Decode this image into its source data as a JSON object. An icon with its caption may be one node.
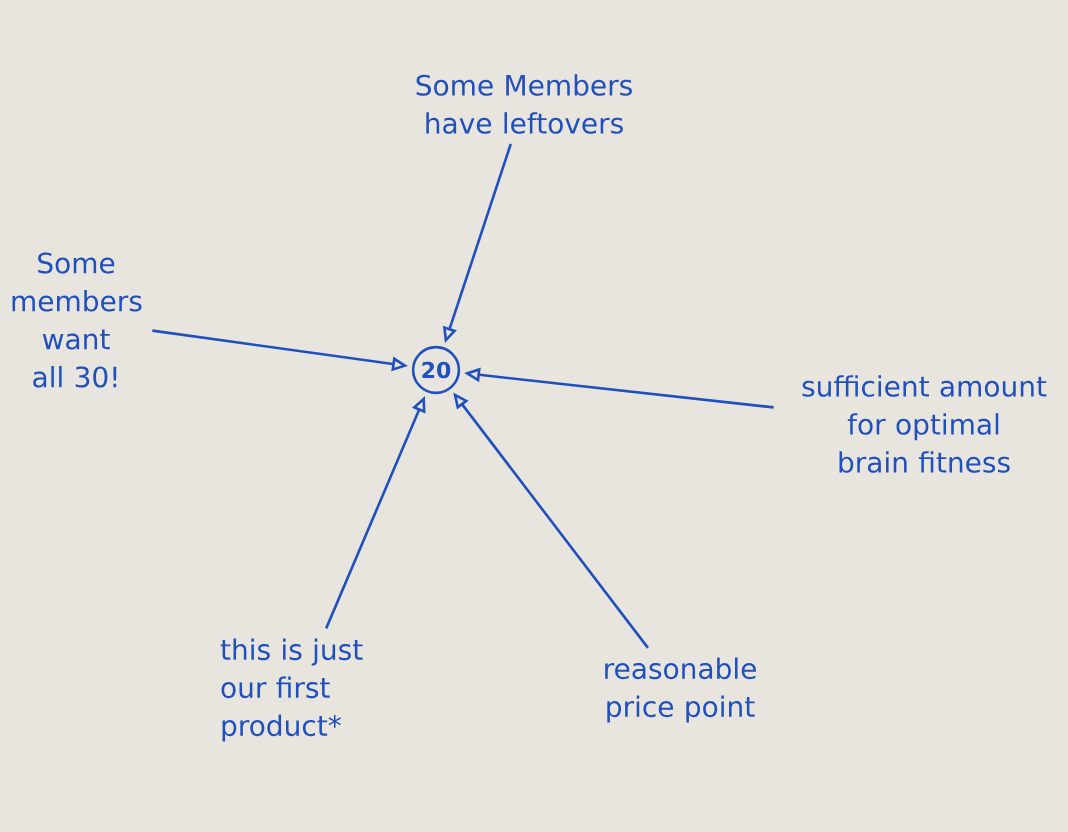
{
  "diagram": {
    "nodes": [
      {
        "text": [
          "Some Members have leftovers"
        ]
      },
      {
        "text": [
          "Some members want all 30!"
        ]
      },
      {
        "text": [
          "20"
        ]
      },
      {
        "text": [
          "sufficient amount for optimal brain fitness"
        ]
      },
      {
        "text": [
          "this is just our first product*"
        ]
      },
      {
        "text": [
          "reasonable price point"
        ]
      }
    ],
    "edges": [
      {
        "from": 0,
        "to": 2,
        "arrow": "to"
      },
      {
        "from": 1,
        "to": 2,
        "arrow": "to"
      },
      {
        "from": 3,
        "to": 2,
        "arrow": "to"
      },
      {
        "from": 4,
        "to": 2,
        "arrow": "to"
      },
      {
        "from": 5,
        "to": 2,
        "arrow": "to"
      }
    ]
  }
}
